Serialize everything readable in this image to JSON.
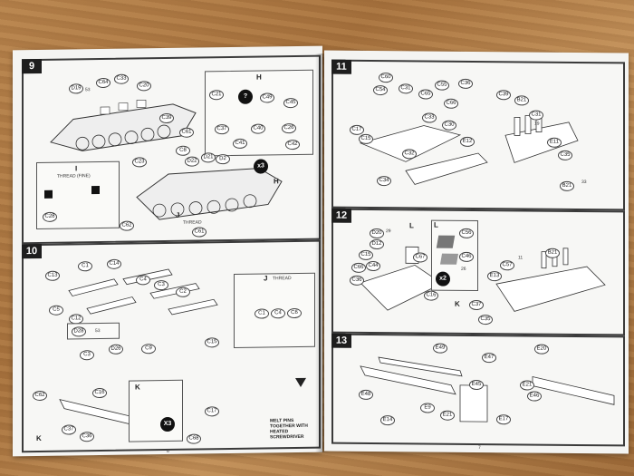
{
  "left_page": {
    "page_number": "6",
    "step9": {
      "number": "9",
      "parts": [
        "D19",
        "53",
        "C64",
        "C33",
        "C20",
        "C39",
        "C48",
        "C61",
        "C8",
        "C23",
        "C21",
        "C49",
        "C45",
        "C37",
        "C40",
        "C26",
        "C41",
        "C42",
        "C62",
        "C61",
        "D22",
        "D21",
        "D2",
        "C28"
      ],
      "inset_H_label": "H",
      "inset_I_label": "I",
      "thread_fine": "THREAD (FINE)",
      "multiplier": "x3",
      "label_J": "J",
      "thread": "THREAD",
      "label_H2": "H"
    },
    "step10": {
      "number": "10",
      "parts": [
        "C13",
        "C1",
        "C14",
        "C4",
        "C3",
        "C2",
        "C5",
        "C12",
        "C21",
        "D28",
        "53",
        "D26",
        "C3",
        "C9",
        "C15",
        "C1",
        "C4",
        "C6",
        "C62",
        "C16",
        "C37",
        "C36",
        "C17",
        "C68"
      ],
      "label_K": "K",
      "label_K2": "K",
      "multiplier": "X3",
      "note": "MELT PINS TOGETHER WITH HEATED SCREWDRIVER",
      "label_J": "J",
      "thread": "THREAD"
    }
  },
  "right_page": {
    "page_number": "7",
    "step11": {
      "number": "11",
      "parts": [
        "C60",
        "C54",
        "C31",
        "C65",
        "C55",
        "C36",
        "C66",
        "C33",
        "C17",
        "C15",
        "C32",
        "C30",
        "E12",
        "C34",
        "C39",
        "B21",
        "C31",
        "19",
        "E11",
        "C35",
        "B21",
        "33"
      ]
    },
    "step12": {
      "number": "12",
      "parts": [
        "D20",
        "D12",
        "29",
        "C15",
        "C66",
        "C44",
        "C36",
        "C67",
        "C16",
        "C56",
        "C46",
        "26",
        "E13",
        "C57",
        "11",
        "B21",
        "C35",
        "C37",
        "K"
      ],
      "label_L": "L",
      "label_L2": "L",
      "multiplier": "x2"
    },
    "step13": {
      "number": "13",
      "parts": [
        "E49",
        "E47",
        "E20",
        "E48",
        "E9",
        "E14",
        "E21",
        "E46",
        "E21",
        "E45",
        "E17"
      ]
    }
  }
}
